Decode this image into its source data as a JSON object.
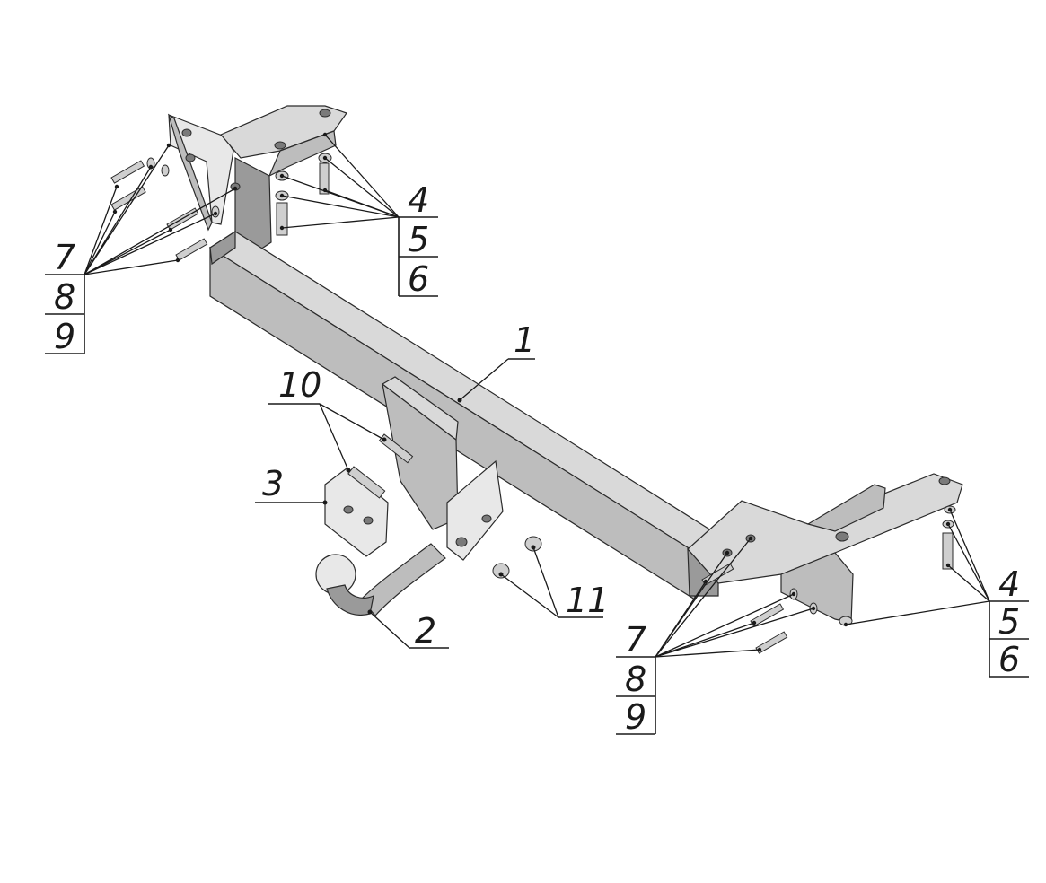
{
  "callouts": {
    "tow_bar": "1",
    "tow_ball_neck": "2",
    "socket_plate": "3",
    "plate_bolts": "10",
    "nuts": "11",
    "left_rear": {
      "a": "4",
      "b": "5",
      "c": "6"
    },
    "left_front": {
      "a": "7",
      "b": "8",
      "c": "9"
    },
    "right_front": {
      "a": "7",
      "b": "8",
      "c": "9"
    },
    "right_rear": {
      "a": "4",
      "b": "5",
      "c": "6"
    }
  }
}
